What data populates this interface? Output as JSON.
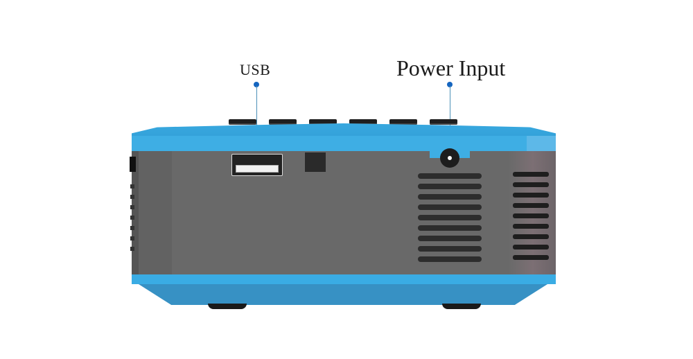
{
  "labels": {
    "usb": "USB",
    "power_input": "Power Input"
  },
  "product": {
    "name": "mini projector",
    "view": "rear panel",
    "colors": {
      "shell": "#3aa8e0",
      "panel": "#696969",
      "annotation_dot": "#1565c0",
      "leader_line": "#4a90b8"
    },
    "top_buttons_count": 6,
    "front_vent_slots": 9,
    "side_vent_slots": 9
  }
}
